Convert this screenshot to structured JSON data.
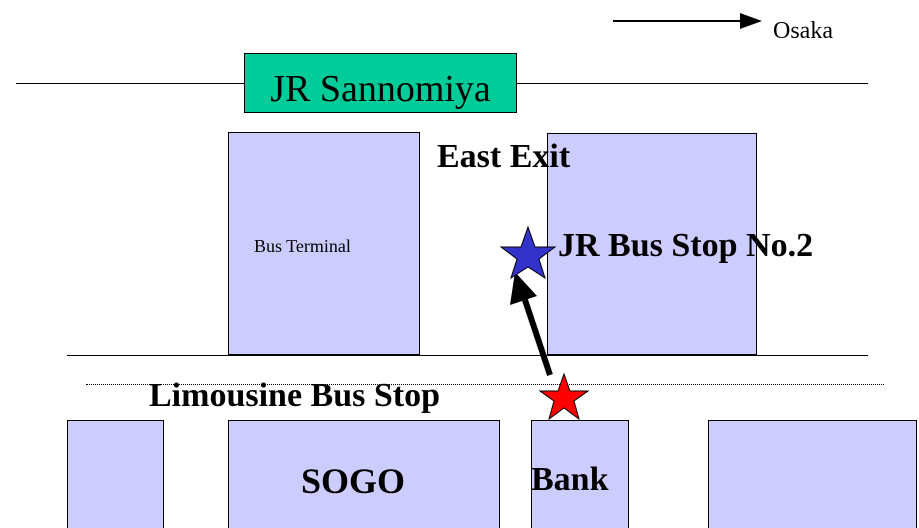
{
  "direction": {
    "label": "Osaka",
    "arrow_icon": "right-arrow-icon"
  },
  "station": {
    "name": "JR Sannomiya",
    "color": "#00cc99"
  },
  "exit": {
    "label": "East Exit"
  },
  "buildings": {
    "color": "#ccccff",
    "bus_terminal": "Bus Terminal",
    "sogo": "SOGO",
    "bank": "Bank"
  },
  "stops": {
    "jr_bus_stop": {
      "label": "JR Bus Stop No.2",
      "icon": "blue-star-icon",
      "color": "#3333cc"
    },
    "limousine_bus_stop": {
      "label": "Limousine Bus Stop",
      "icon": "red-star-icon",
      "color": "#ff0000"
    }
  },
  "route": {
    "icon": "route-arrow-icon"
  }
}
